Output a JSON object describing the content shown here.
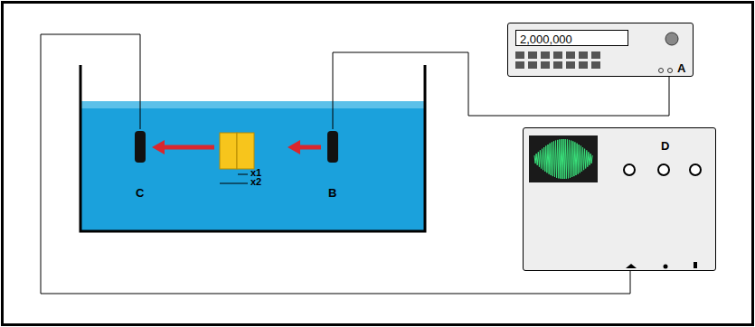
{
  "diagram": {
    "nodes": [
      {
        "text": [
          "2,000,000",
          "A"
        ]
      },
      {
        "text": [
          "C"
        ]
      },
      {
        "text": [
          "B"
        ]
      },
      {
        "text": [
          "D"
        ]
      }
    ],
    "edges": [
      {
        "from": 0,
        "to": 2,
        "arrow": "none"
      },
      {
        "from": 1,
        "to": 3,
        "arrow": "none"
      }
    ],
    "labels": [
      "x1",
      "x2"
    ]
  }
}
